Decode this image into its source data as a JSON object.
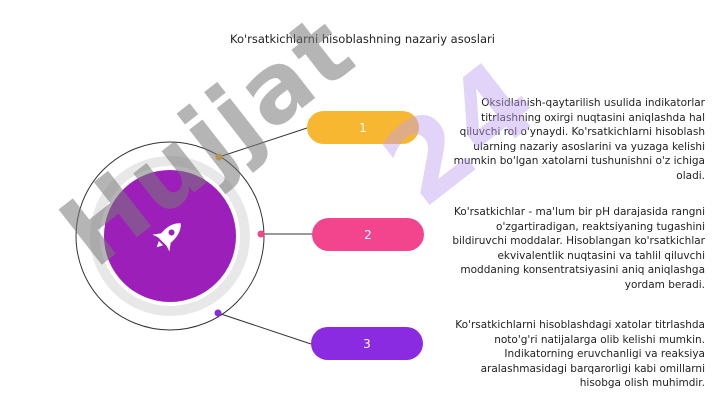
{
  "slide": {
    "title": "Ko'rsatkichlarni hisoblashning nazariy asoslari",
    "center_icon": "rocket-icon",
    "items": [
      {
        "number": "1",
        "color": "#f7b731",
        "text": "Oksidlanish-qaytarilish usulida indikatorlar titrlashning oxirgi nuqtasini aniqlashda hal qiluvchi rol o'ynaydi. Ko'rsatkichlarni hisoblash ularning nazariy asoslarini va yuzaga kelishi mumkin bo'lgan xatolarni tushunishni o'z ichiga oladi."
      },
      {
        "number": "2",
        "color": "#f2458d",
        "text": "Ko'rsatkichlar - ma'lum bir pH darajasida rangni o'zgartiradigan, reaktsiyaning tugashini bildiruvchi moddalar. Hisoblangan ko'rsatkichlar ekvivalentlik nuqtasini va tahlil qiluvchi moddaning konsentratsiyasini aniq aniqlashga yordam beradi."
      },
      {
        "number": "3",
        "color": "#8a2be2",
        "text": "Ko'rsatkichlarni hisoblashdagi xatolar titrlashda noto'g'ri natijalarga olib kelishi mumkin. Indikatorning eruvchanligi va reaksiya aralashmasidagi barqarorligi kabi omillarni hisobga olish muhimdir."
      }
    ]
  },
  "watermark": {
    "text": "Hujjat",
    "accent_text": "24"
  },
  "colors": {
    "center_disc": "#9b1fb8",
    "outer_ring": "#e6e6e6",
    "watermark": "#787878"
  }
}
